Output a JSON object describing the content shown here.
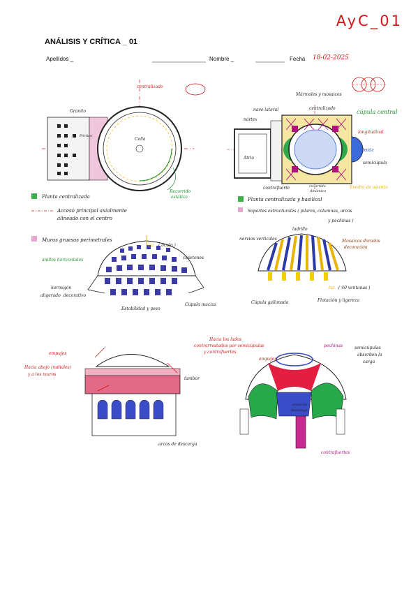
{
  "code": "AyC_01",
  "title": "ANÁLISIS Y CRÍTICA _ 01",
  "header": {
    "apellidos_label": "Apellidos _",
    "nombre_label": "Nombre _",
    "fecha_label": "Fecha",
    "fecha_value": "18-02-2025"
  },
  "panteon_plan": {
    "centralizado": "centralizado",
    "granito": "Granito",
    "portico": "Pórtico",
    "cella": "Cella",
    "recorrido": [
      "Recorrido",
      "estático"
    ],
    "legend": [
      "Planta centralizada",
      "Acceso principal axialmente",
      "alineado con el centro",
      "Muros gruesos perimetrales"
    ]
  },
  "santa_sofia_plan": {
    "labels": {
      "nave": "nave lateral",
      "marmoles": "Mármoles y mosaicos",
      "centralizado": "centralizado",
      "cupula": "cúpula central",
      "nartex": "nártex",
      "longitudinal": "longitudinal",
      "abside": "ábside",
      "atrio": "Atrio",
      "semicupula": "semicúpula",
      "contrafuerte": "contrafuerte",
      "recorrido": [
        "recorrido",
        "dinámico"
      ],
      "exedra": "Exedra de asiento"
    },
    "legend": [
      "Planta centralizada y basilical",
      "Soportes estructurales ( pilares, columnas, arcos",
      "y pechinas )"
    ]
  },
  "panteon_dome": {
    "labels": {
      "luz": "luz",
      "oculo": "( óculo )",
      "anillos": "anillos horizontales",
      "casetones": "casetones",
      "hormigon": [
        "hormigón",
        "aligerado"
      ],
      "decorativo": "decorativo",
      "estabilidad": "Estabilidad y peso",
      "cupula_maciza": "Cúpula maciza"
    }
  },
  "sofia_dome": {
    "labels": {
      "ladrillo": "ladrillo",
      "nervios": "nervios verticales",
      "mosaicos": [
        "Mosaicos dorados",
        "decoración"
      ],
      "luz": "luz",
      "ventanas": "( 40 ventanas )",
      "gallonada": "Cúpula gallonada",
      "flotacion": "Flotación y ligereza"
    }
  },
  "panteon_section": {
    "labels": {
      "empujes": "empujes",
      "radiales": [
        "Hacia abajo (radiales)",
        "y a los muros"
      ],
      "tambor": "tambor",
      "arcos": "arcos de descarga"
    }
  },
  "sofia_section": {
    "labels": {
      "hacia": [
        "Hacia los lados",
        "contrarrestados por semicúpulas",
        "y contrafuertes"
      ],
      "empujes": "empujes",
      "pechinas": "pechinas",
      "semicupulas": [
        "semicúpulas",
        "absorben la",
        "carga"
      ],
      "arcos": [
        "arcos de",
        "descarga"
      ],
      "contrafuertes": "contrafuertes"
    }
  }
}
